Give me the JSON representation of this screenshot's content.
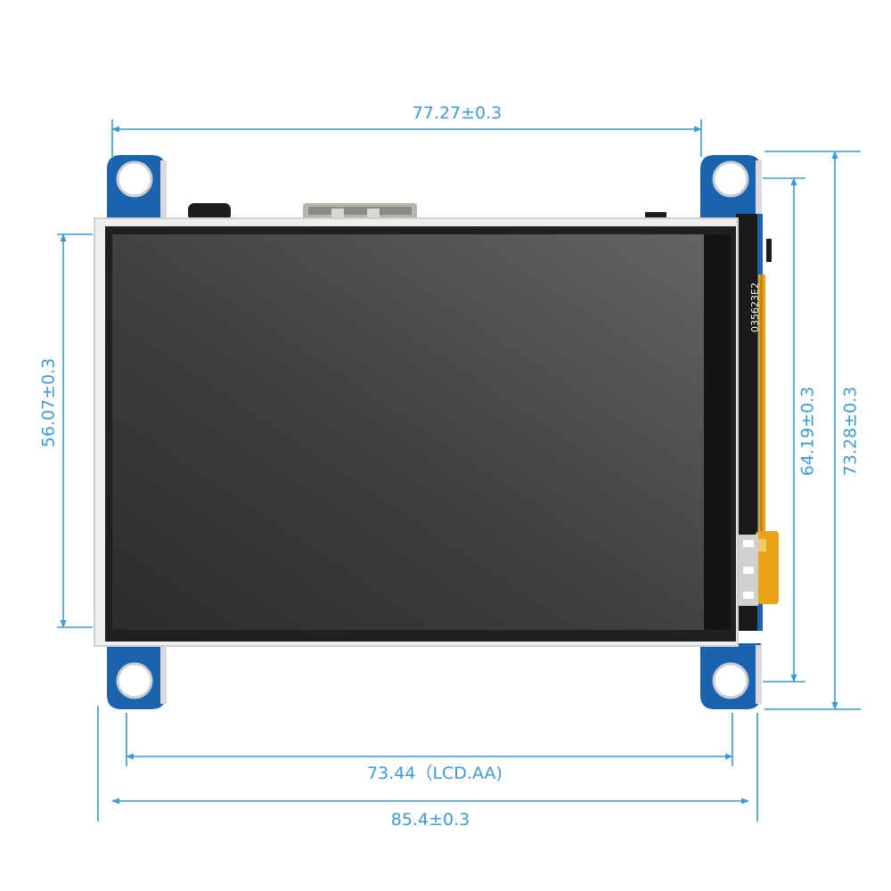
{
  "dimensions": {
    "top_width": "77.27±0.3",
    "left_height": "56.07±0.3",
    "right_inner_height": "64.19±0.3",
    "right_outer_height": "73.28±0.3",
    "lcd_active_area": "73.44（LCD.AA)",
    "overall_width": "85.4±0.3"
  },
  "board": {
    "chip_label": "035623E2"
  },
  "colors": {
    "dimension_line": "#3d9bd1",
    "pcb_blue": "#1a64ae",
    "flex_cable": "#e8a317"
  }
}
